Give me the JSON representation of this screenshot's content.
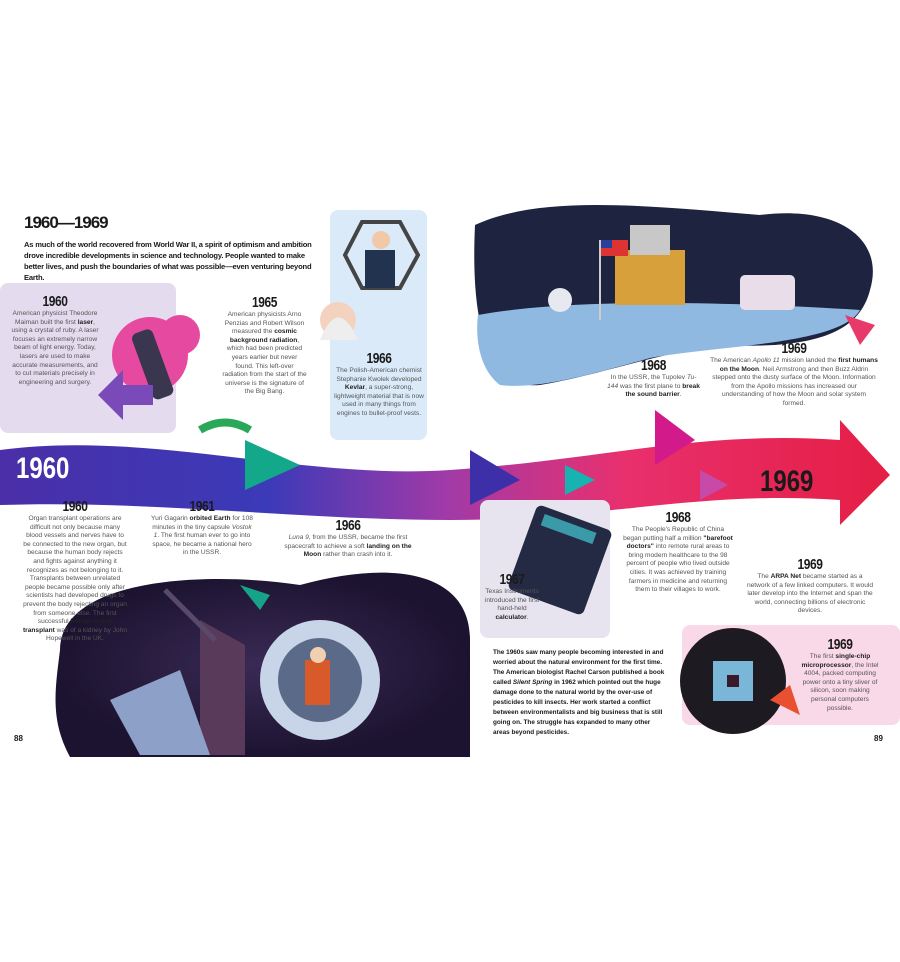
{
  "header": {
    "title": "1960—1969",
    "intro": "As much of the world recovered from World War II, a spirit of optimism and ambition drove incredible developments in science and technology. People wanted to make better lives, and push the boundaries of what was possible—even venturing beyond Earth."
  },
  "events": {
    "laser": {
      "year": "1960",
      "pre": "American physicist Theodore Maiman built the first ",
      "bold": "laser",
      "post": ", using a crystal of ruby. A laser focuses an extremely narrow beam of light energy. Today, lasers are used to make accurate measurements, and to cut materials precisely in engineering and surgery."
    },
    "cmb": {
      "year": "1965",
      "pre": "American physicists Arno Penzias and Robert Wilson measured the ",
      "bold": "cosmic background radiation",
      "post": ", which had been predicted years earlier but never found. This left-over radiation from the start of the universe is the signature of the Big Bang."
    },
    "kevlar": {
      "year": "1966",
      "pre": "The Polish-American chemist Stephanie Kwolek developed ",
      "bold": "Kevlar",
      "post": ", a super-strong, lightweight material that is now used in many things from engines to bullet-proof vests."
    },
    "tu144": {
      "year": "1968",
      "pre": "In the USSR, the Tupolev ",
      "italic": "Tu-144",
      "mid": " was the first plane to ",
      "bold": "break the sound barrier",
      "post": "."
    },
    "apollo": {
      "year": "1969",
      "pre": "The American ",
      "italic": "Apollo 11",
      "mid": " mission landed the ",
      "bold": "first humans on the Moon",
      "post": ". Neil Armstrong and then Buzz Aldrin stepped onto the dusty surface of the Moon. Information from the Apollo missions has increased our understanding of how the Moon and solar system formed."
    },
    "transplant": {
      "year": "1960",
      "pre": "Organ transplant operations are difficult not only because many blood vessels and nerves have to be connected to the new organ, but because the human body rejects and fights against anything it recognizes as not belonging to it. Transplants between unrelated people became possible only after scientists had developed drugs to prevent the body rejecting an organ from someone else. The first successful ",
      "bold": "human organ transplant",
      "post": " was of a kidney by John Hopewell in the UK."
    },
    "gagarin": {
      "year": "1961",
      "pre": "Yuri Gagarin ",
      "bold": "orbited Earth",
      "mid": " for 108 minutes in the tiny capsule ",
      "italic": "Vostok 1",
      "post": ". The first human ever to go into space, he became a national hero in the USSR."
    },
    "luna": {
      "year": "1966",
      "italic": "Luna 9",
      "pre": ", from the USSR, became the first spacecraft to achieve a soft ",
      "bold": "landing on the Moon",
      "post": " rather than crash into it."
    },
    "calculator": {
      "year": "1967",
      "pre": "Texas Instruments introduced the first hand-held ",
      "bold": "calculator",
      "post": "."
    },
    "barefoot": {
      "year": "1968",
      "pre": "The People's Republic of China began putting half a million ",
      "bold": "\"barefoot doctors\"",
      "post": " into remote rural areas to bring modern healthcare to the 98 percent of people who lived outside cities. It was achieved by training farmers in medicine and returning them to their villages to work."
    },
    "arpanet": {
      "year": "1969",
      "pre": "The ",
      "bold": "ARPA Net",
      "post": " became started as a network of a few linked computers. It would later develop into the Internet and span the world, connecting billions of electronic devices."
    },
    "microprocessor": {
      "year": "1969",
      "pre": "The first ",
      "bold": "single-chip microprocessor",
      "post": ", the Intel 4004, packed computing power onto a tiny sliver of silicon, soon making personal computers possible."
    }
  },
  "environment": {
    "pre": "The 1960s saw many people becoming interested in and worried about the natural environment for the first time. The American biologist Rachel Carson published a book called ",
    "italic": "Silent Spring",
    "post": " in 1962 which pointed out the huge damage done to the natural world by the over-use of pesticides to kill insects. Her work started a conflict between environmentalists and big business that is still going on. The struggle has expanded to many other areas beyond pesticides."
  },
  "timeline": {
    "start": "1960",
    "end": "1969"
  },
  "pages": {
    "left": "88",
    "right": "89"
  },
  "colors": {
    "purple_box": "#e4dcee",
    "blue_box": "#dbeaf8",
    "calc_box": "#e7e4ef",
    "pink_box": "#f9d8e7",
    "space": "#2a1d3d"
  }
}
